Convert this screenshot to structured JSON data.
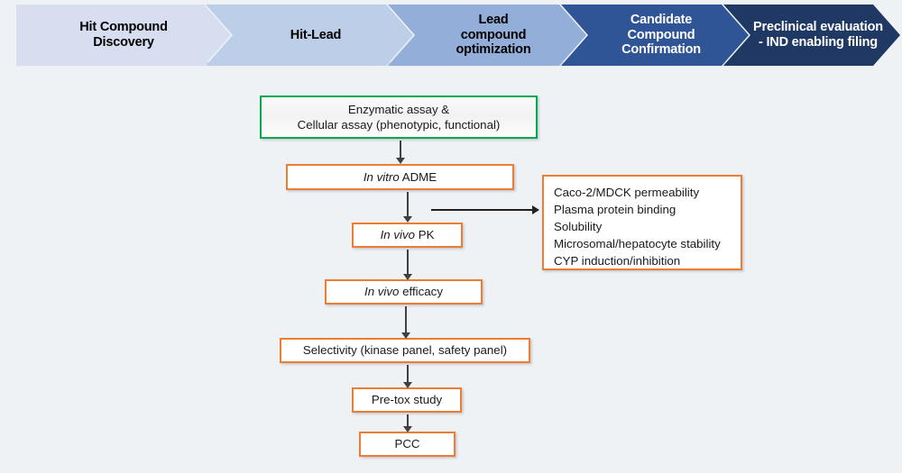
{
  "background_color": "#eff2f5",
  "stage_strip": {
    "name": "drug-discovery-stage-banner",
    "stages": [
      {
        "label": "Hit Compound\nDiscovery",
        "fill": "#d6def0",
        "text_color": "#000000"
      },
      {
        "label": "Hit-Lead",
        "fill": "#bdcee9",
        "text_color": "#000000"
      },
      {
        "label": "Lead\ncompound\noptimization",
        "fill": "#92aed9",
        "text_color": "#000000"
      },
      {
        "label": "Candidate\nCompound\nConfirmation",
        "fill": "#2f5597",
        "text_color": "#ffffff"
      },
      {
        "label": "Preclinical evaluation\n- IND enabling filing",
        "fill": "#1f3864",
        "text_color": "#ffffff"
      }
    ]
  },
  "flowchart": {
    "accent_orange": "#ED7D31",
    "accent_green": "#00A84F",
    "nodes": [
      {
        "id": "assay",
        "line1": "Enzymatic assay &",
        "line2": "Cellular assay (phenotypic, functional)"
      },
      {
        "id": "invitro",
        "italic": "In vitro",
        "rest": " ADME"
      },
      {
        "id": "invivopk",
        "italic": "In vivo",
        "rest": " PK"
      },
      {
        "id": "invivoeff",
        "italic": "In vivo",
        "rest": " efficacy"
      },
      {
        "id": "selectivity",
        "label": "Selectivity (kinase panel, safety panel)"
      },
      {
        "id": "pretox",
        "label": "Pre-tox study"
      },
      {
        "id": "pcc",
        "label": "PCC"
      }
    ],
    "adme_detail_box": {
      "name": "adme-assay-list",
      "items": [
        "Caco-2/MDCK permeability",
        "Plasma protein binding",
        "Solubility",
        "Microsomal/hepatocyte stability",
        "CYP induction/inhibition"
      ]
    }
  }
}
